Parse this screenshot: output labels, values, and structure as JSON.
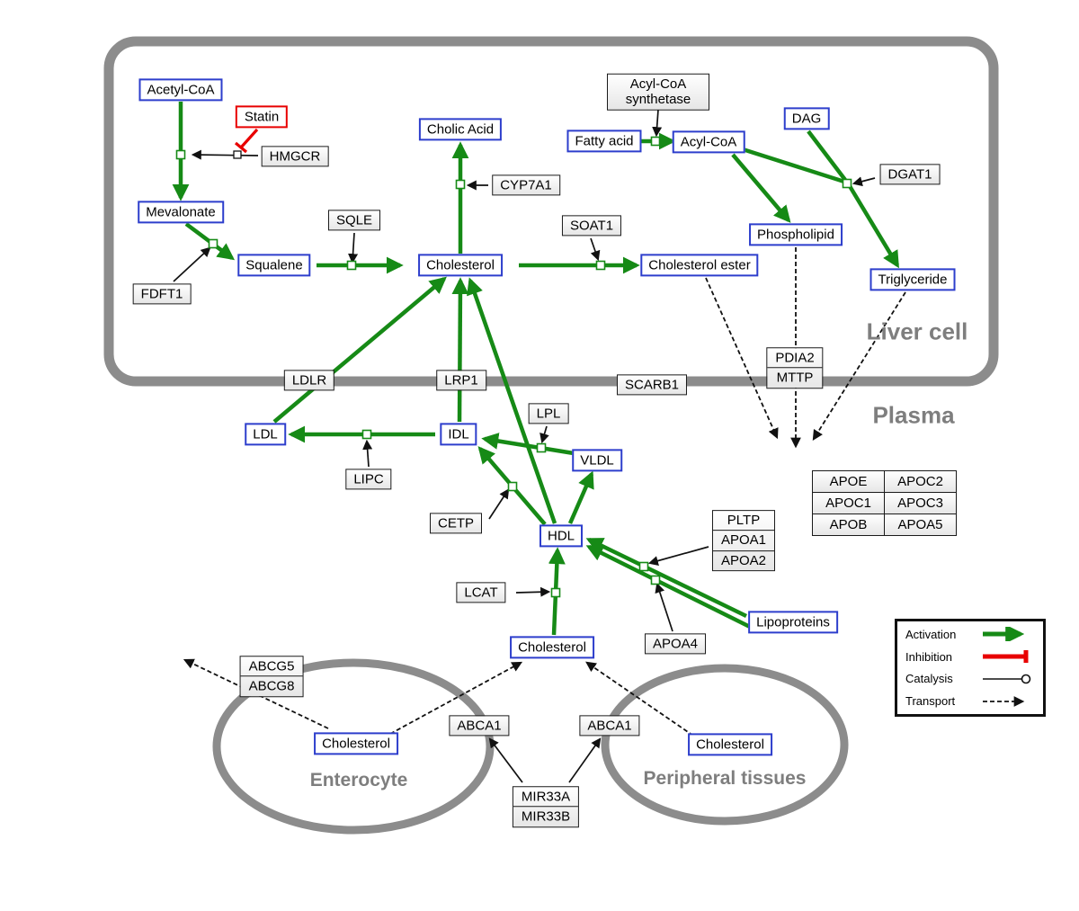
{
  "compartments": {
    "liver": "Liver cell",
    "plasma": "Plasma",
    "enterocyte": "Enterocyte",
    "peripheral": "Peripheral tissues"
  },
  "metabolites": {
    "acetyl_coa": "Acetyl-CoA",
    "mevalonate": "Mevalonate",
    "squalene": "Squalene",
    "cholesterol_liver": "Cholesterol",
    "cholic_acid": "Cholic Acid",
    "fatty_acid": "Fatty acid",
    "acyl_coa": "Acyl-CoA",
    "dag": "DAG",
    "phospholipid": "Phospholipid",
    "cholesterol_ester": "Cholesterol ester",
    "triglyceride": "Triglyceride",
    "ldl": "LDL",
    "idl": "IDL",
    "vldl": "VLDL",
    "hdl": "HDL",
    "cholesterol_plasma": "Cholesterol",
    "cholesterol_enterocyte": "Cholesterol",
    "cholesterol_peripheral": "Cholesterol",
    "lipoproteins": "Lipoproteins"
  },
  "genes": {
    "statin": "Statin",
    "hmgcr": "HMGCR",
    "sqle": "SQLE",
    "fdft1": "FDFT1",
    "cyp7a1": "CYP7A1",
    "soat1": "SOAT1",
    "acyl_coa_synthetase": "Acyl-CoA synthetase",
    "dgat1": "DGAT1",
    "ldlr": "LDLR",
    "lrp1": "LRP1",
    "scarb1": "SCARB1",
    "lpl": "LPL",
    "lipc": "LIPC",
    "cetp": "CETP",
    "lcat": "LCAT",
    "apoa4": "APOA4",
    "abca1_enterocyte": "ABCA1",
    "abca1_peripheral": "ABCA1"
  },
  "stacks": {
    "pdia2_mttp": [
      "PDIA2",
      "MTTP"
    ],
    "pltp_apoa": [
      "PLTP",
      "APOA1",
      "APOA2"
    ],
    "abcg": [
      "ABCG5",
      "ABCG8"
    ],
    "mir33": [
      "MIR33A",
      "MIR33B"
    ]
  },
  "apo_table": [
    [
      "APOE",
      "APOC2"
    ],
    [
      "APOC1",
      "APOC3"
    ],
    [
      "APOB",
      "APOA5"
    ]
  ],
  "legend": {
    "activation": "Activation",
    "inhibition": "Inhibition",
    "catalysis": "Catalysis",
    "transport": "Transport"
  },
  "colors": {
    "activation_green": "#168a16",
    "inhibition_red": "#e80000",
    "metabolite_blue": "#2d3ecc",
    "compartment_gray": "#8c8c8c"
  }
}
